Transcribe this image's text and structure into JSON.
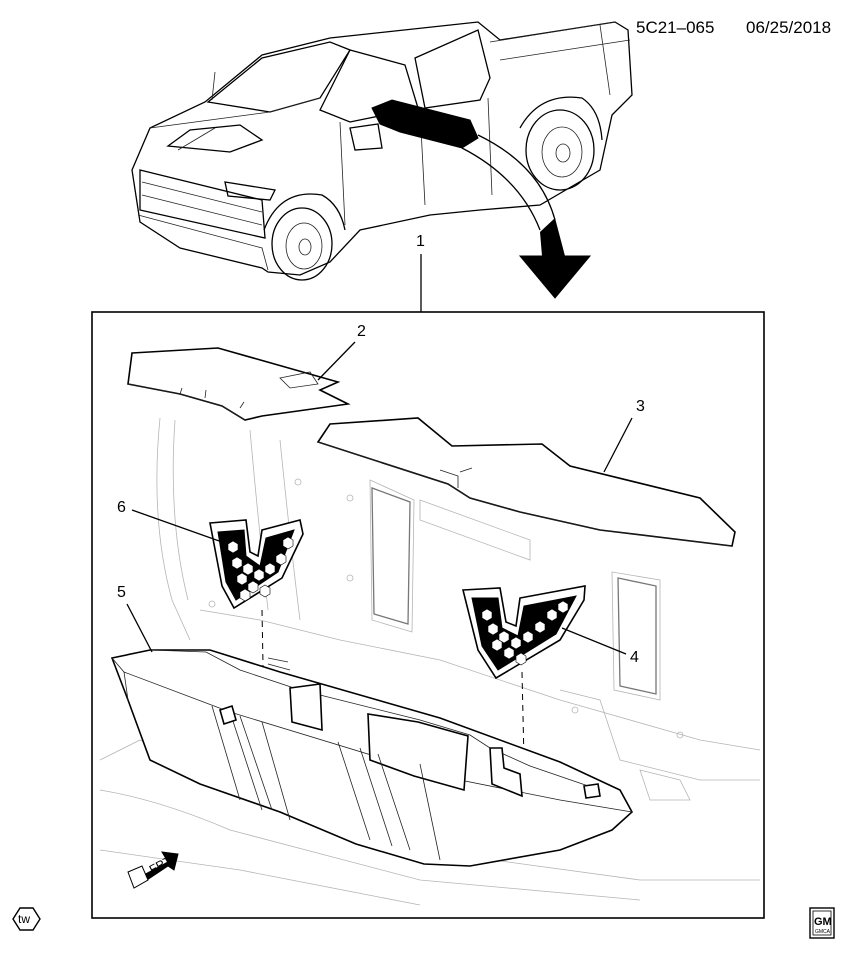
{
  "header": {
    "code": "5C21–065",
    "date": "06/25/2018"
  },
  "callouts": [
    "1",
    "2",
    "3",
    "4",
    "5",
    "6"
  ],
  "direction_label": "FRT",
  "tw_badge": "tw",
  "gm_logo": {
    "line1": "GM",
    "line2": "GMCA"
  }
}
